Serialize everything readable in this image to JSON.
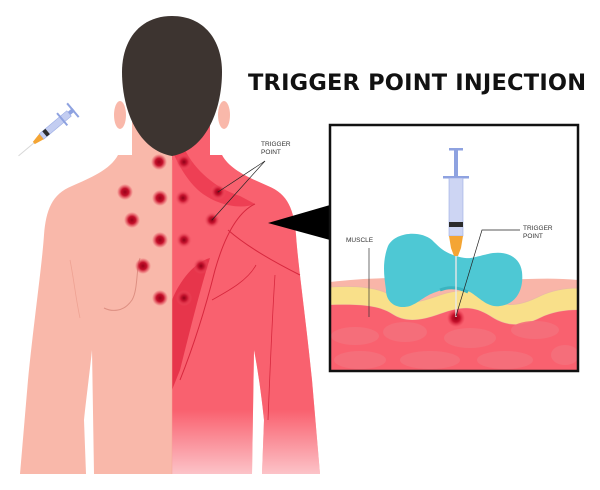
{
  "title": "TRIGGER POINT INJECTION",
  "labels": {
    "body_trigger_point": [
      "TRIGGER",
      "POINT"
    ],
    "inset_muscle": "MUSCLE",
    "inset_trigger_point": [
      "TRIGGER",
      "POINT"
    ]
  },
  "colors": {
    "skin": "#f9b8aa",
    "muscle": "#f9616f",
    "muscle_dark": "#e8314a",
    "hair": "#3d3430",
    "trigger_point": "#b3001d",
    "fat_yellow": "#f9e08a",
    "skin_layer": "#f9b5a8",
    "cyan_blob": "#4ec8d4",
    "syringe_barrel": "#b9c4ec",
    "syringe_hub": "#f4a534",
    "frame": "#111111"
  },
  "figure": {
    "left_panel": "back view of a human torso, left half skin, right half muscle anatomy",
    "trigger_point_count": 13,
    "inset": "cross-section of skin and muscle layers with syringe injecting into trigger point"
  }
}
